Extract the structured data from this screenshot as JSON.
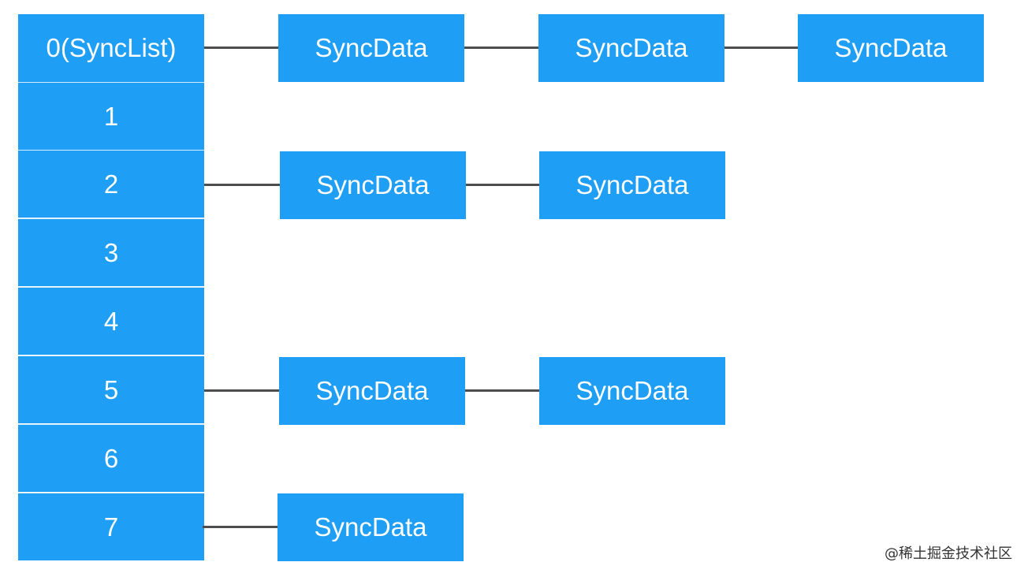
{
  "array": {
    "cells": [
      "0(SyncList)",
      "1",
      "2",
      "3",
      "4",
      "5",
      "6",
      "7"
    ]
  },
  "chains": [
    {
      "row": 0,
      "nodes": [
        "SyncData",
        "SyncData",
        "SyncData"
      ]
    },
    {
      "row": 2,
      "nodes": [
        "SyncData",
        "SyncData"
      ]
    },
    {
      "row": 5,
      "nodes": [
        "SyncData",
        "SyncData"
      ]
    },
    {
      "row": 7,
      "nodes": [
        "SyncData"
      ]
    }
  ],
  "watermark": "@稀土掘金技术社区",
  "colors": {
    "box_fill": "#1e9ef4",
    "box_text": "#ffffff",
    "link_line": "#4d4d4d"
  }
}
